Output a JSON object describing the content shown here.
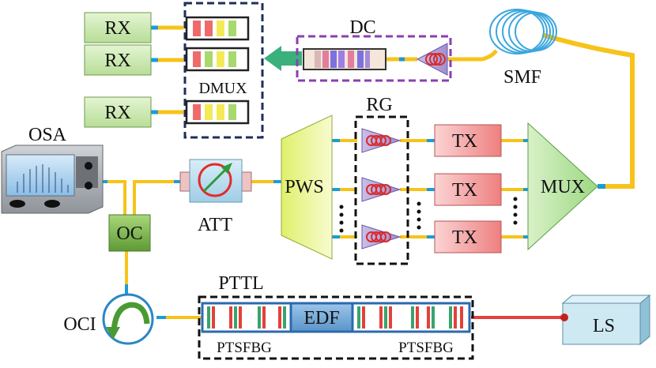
{
  "labels": {
    "rx": "RX",
    "dmux": "DMUX",
    "dc": "DC",
    "smf": "SMF",
    "rg": "RG",
    "osa": "OSA",
    "tx": "TX",
    "mux": "MUX",
    "pws": "PWS",
    "att": "ATT",
    "oc": "OC",
    "oci": "OCI",
    "pttl": "PTTL",
    "edf": "EDF",
    "ptsfbg": "PTSFBG",
    "ls": "LS"
  },
  "colors": {
    "fiber_yellow": "#f7c31a",
    "fiber_blue": "#1e9ad6",
    "rx_fill": "#cfeab4",
    "tx_fill": "#f29a9a",
    "mux_fill": "#b9e4a6",
    "pws_fill": "#ecf07a",
    "oc_fill": "#7db84d",
    "ls_fill": "#cfe9f3",
    "edf_fill": "#7fb3de",
    "laser_red": "#e3413b",
    "dashed_navy": "#1f2f5b",
    "dashed_purple": "#8a3fb0",
    "amp_fill": "#b6a7dc",
    "arrow_green": "#3ab07c"
  },
  "icons": {
    "oci": "circulator-arrow-icon",
    "att": "attenuator-dial-icon",
    "rg": "fiber-coil-amplifier-icon",
    "smf": "fiber-spool-icon",
    "osa": "spectrum-analyzer-screen-icon"
  }
}
